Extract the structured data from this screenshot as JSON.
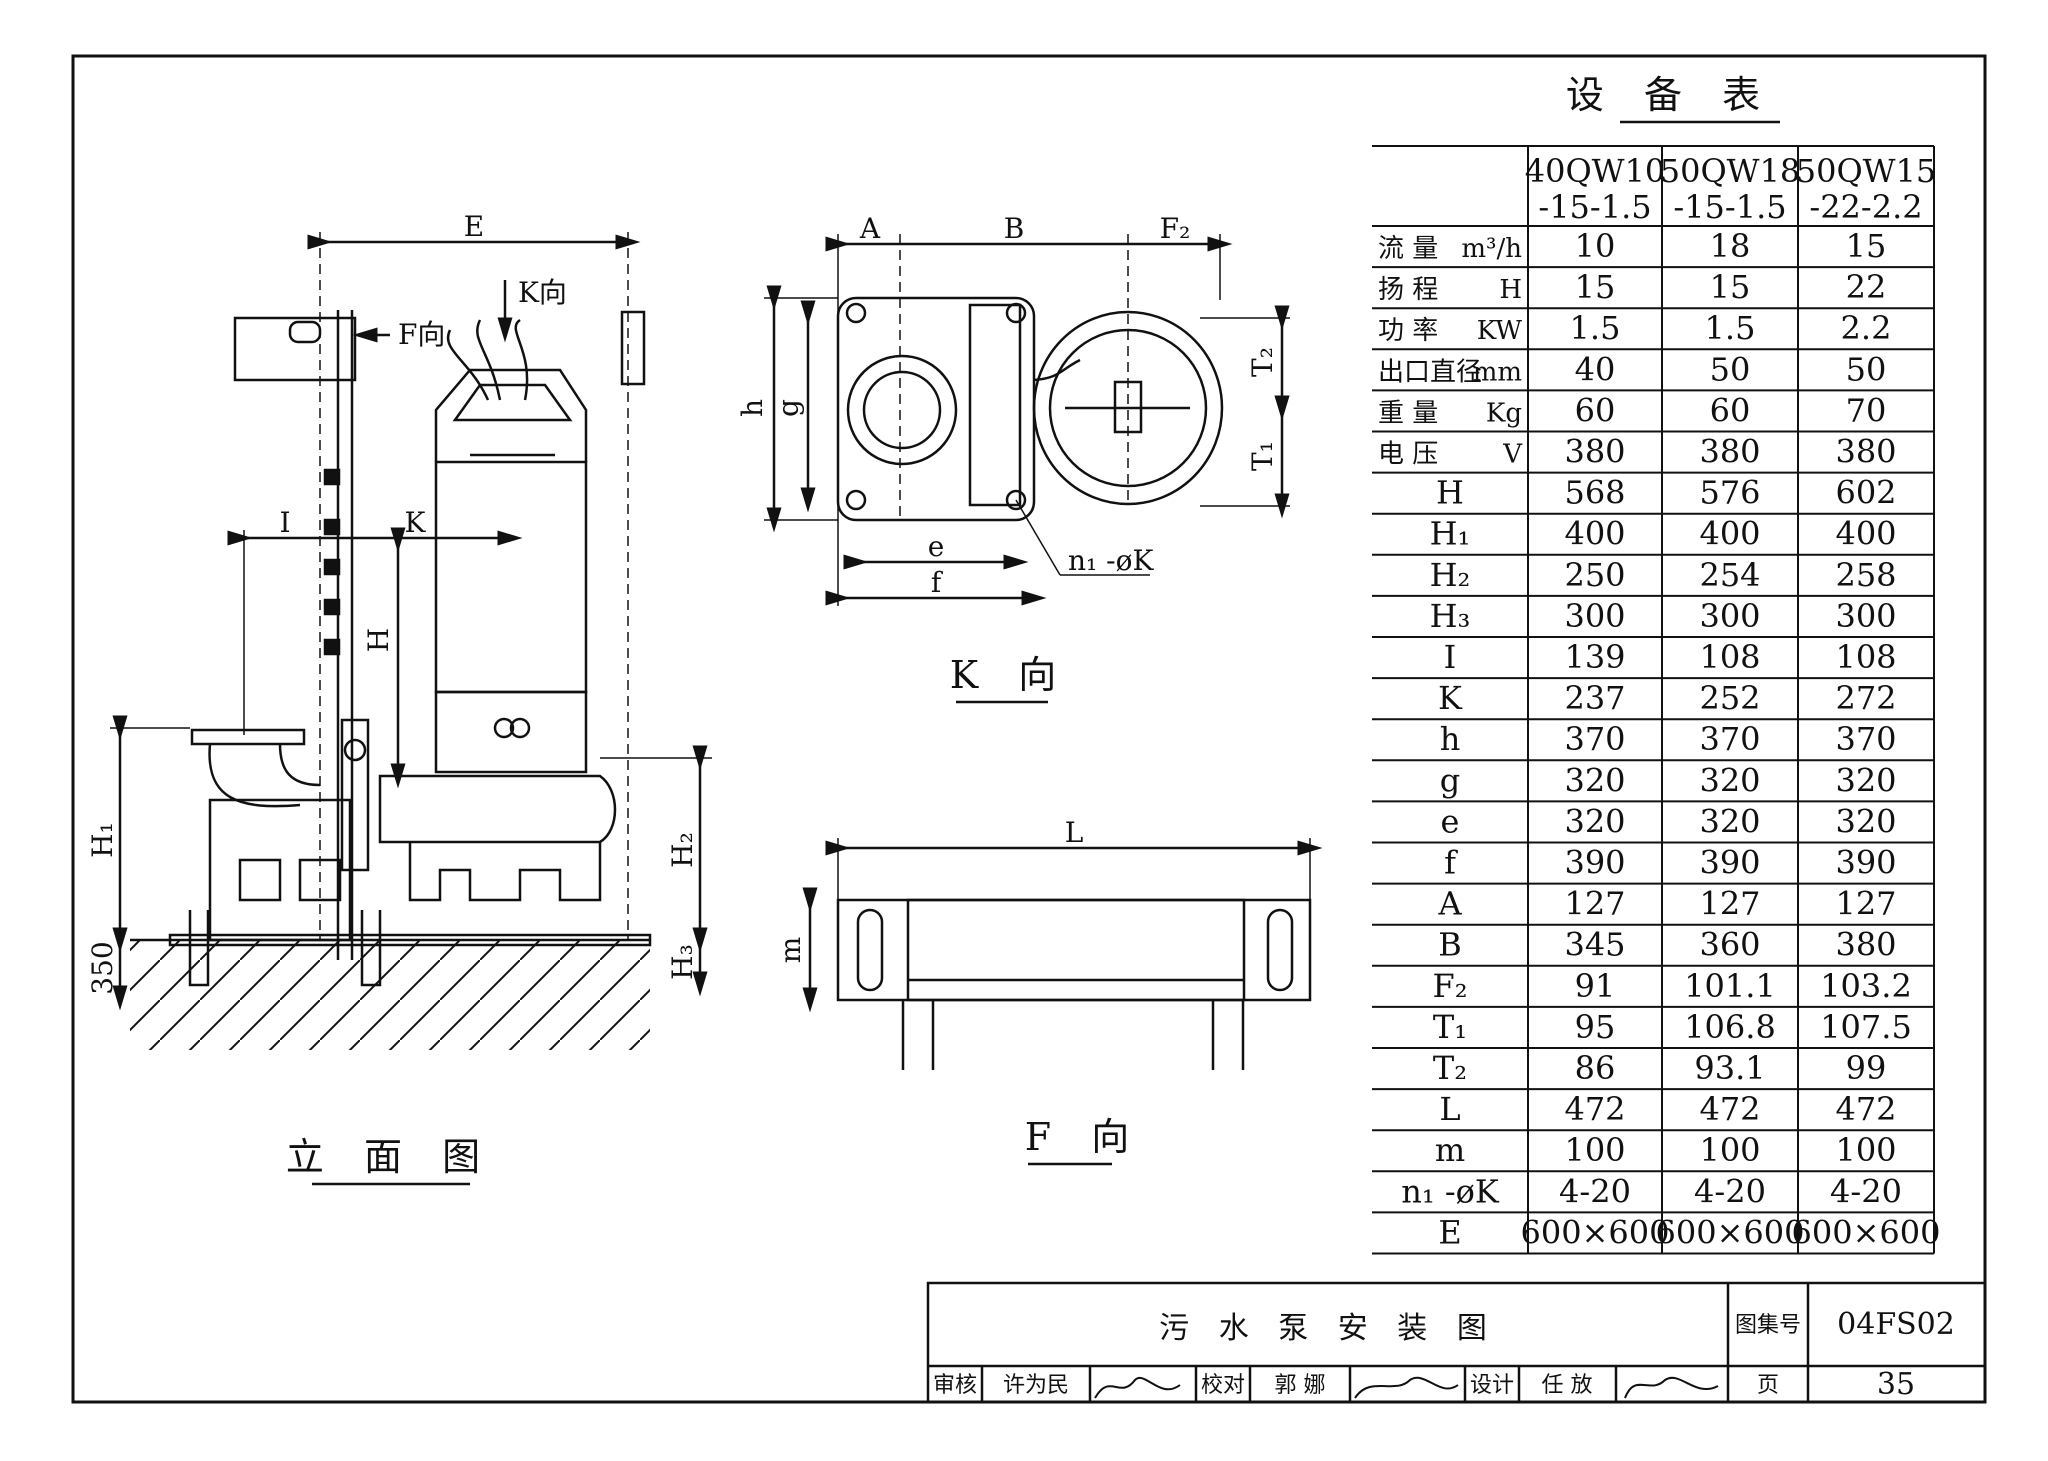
{
  "drawing": {
    "views": {
      "elevation_title": "立 面 图",
      "k_view_title": "K 向",
      "f_view_title": "F 向"
    },
    "elevation_labels": {
      "E": "E",
      "K_dir": "K向",
      "F_dir": "F向",
      "I": "I",
      "K": "K",
      "H": "H",
      "H1": "H₁",
      "H2": "H₂",
      "H3": "H₃",
      "dim_350": "350"
    },
    "k_view_labels": {
      "A": "A",
      "B": "B",
      "F2": "F₂",
      "h": "h",
      "g": "g",
      "T2": "T₂",
      "T1": "T₁",
      "e": "e",
      "f": "f",
      "n1K": "n₁ -øK"
    },
    "f_view_labels": {
      "L": "L",
      "m": "m"
    }
  },
  "equipment_table": {
    "title": "设 备 表",
    "models": [
      [
        "40QW10",
        "-15-1.5"
      ],
      [
        "50QW18",
        "-15-1.5"
      ],
      [
        "50QW15",
        "-22-2.2"
      ]
    ],
    "rows": [
      {
        "name": "流  量",
        "unit": "m³/h",
        "values": [
          "10",
          "18",
          "15"
        ]
      },
      {
        "name": "扬  程",
        "unit": "H",
        "values": [
          "15",
          "15",
          "22"
        ]
      },
      {
        "name": "功 率",
        "unit": "KW",
        "values": [
          "1.5",
          "1.5",
          "2.2"
        ]
      },
      {
        "name": "出口直径",
        "unit": "mm",
        "values": [
          "40",
          "50",
          "50"
        ]
      },
      {
        "name": "重  量",
        "unit": "Kg",
        "values": [
          "60",
          "60",
          "70"
        ]
      },
      {
        "name": "电  压",
        "unit": "V",
        "values": [
          "380",
          "380",
          "380"
        ]
      },
      {
        "name": "H",
        "unit": "",
        "values": [
          "568",
          "576",
          "602"
        ]
      },
      {
        "name": "H₁",
        "unit": "",
        "values": [
          "400",
          "400",
          "400"
        ]
      },
      {
        "name": "H₂",
        "unit": "",
        "values": [
          "250",
          "254",
          "258"
        ]
      },
      {
        "name": "H₃",
        "unit": "",
        "values": [
          "300",
          "300",
          "300"
        ]
      },
      {
        "name": "I",
        "unit": "",
        "values": [
          "139",
          "108",
          "108"
        ]
      },
      {
        "name": "K",
        "unit": "",
        "values": [
          "237",
          "252",
          "272"
        ]
      },
      {
        "name": "h",
        "unit": "",
        "values": [
          "370",
          "370",
          "370"
        ]
      },
      {
        "name": "g",
        "unit": "",
        "values": [
          "320",
          "320",
          "320"
        ]
      },
      {
        "name": "e",
        "unit": "",
        "values": [
          "320",
          "320",
          "320"
        ]
      },
      {
        "name": "f",
        "unit": "",
        "values": [
          "390",
          "390",
          "390"
        ]
      },
      {
        "name": "A",
        "unit": "",
        "values": [
          "127",
          "127",
          "127"
        ]
      },
      {
        "name": "B",
        "unit": "",
        "values": [
          "345",
          "360",
          "380"
        ]
      },
      {
        "name": "F₂",
        "unit": "",
        "values": [
          "91",
          "101.1",
          "103.2"
        ]
      },
      {
        "name": "T₁",
        "unit": "",
        "values": [
          "95",
          "106.8",
          "107.5"
        ]
      },
      {
        "name": "T₂",
        "unit": "",
        "values": [
          "86",
          "93.1",
          "99"
        ]
      },
      {
        "name": "L",
        "unit": "",
        "values": [
          "472",
          "472",
          "472"
        ]
      },
      {
        "name": "m",
        "unit": "",
        "values": [
          "100",
          "100",
          "100"
        ]
      },
      {
        "name": "n₁ -øK",
        "unit": "",
        "values": [
          "4-20",
          "4-20",
          "4-20"
        ]
      },
      {
        "name": "E",
        "unit": "",
        "values": [
          "600×600",
          "600×600",
          "600×600"
        ]
      }
    ]
  },
  "title_block": {
    "drawing_name": "污 水 泵 安 装 图",
    "atlas_label": "图集号",
    "atlas_number": "04FS02",
    "review_label": "审核",
    "reviewer": "许为民",
    "check_label": "校对",
    "checker": "郭 娜",
    "design_label": "设计",
    "designer": "任 放",
    "page_label": "页",
    "page_number": "35"
  }
}
